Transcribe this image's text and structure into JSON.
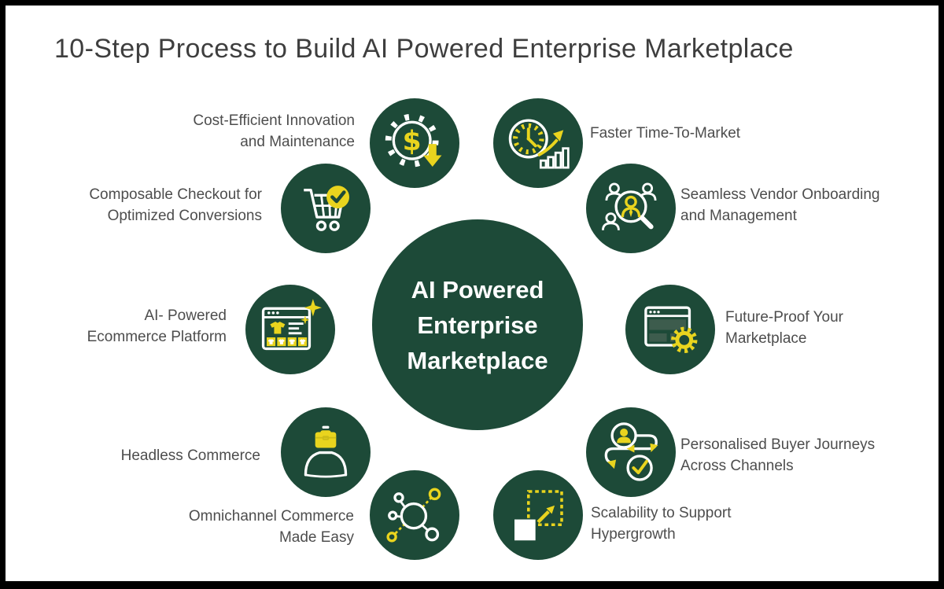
{
  "title": "10-Step Process to Build AI Powered Enterprise Marketplace",
  "center": {
    "label": "AI Powered Enterprise Marketplace",
    "lines": [
      "AI Powered",
      "Enterprise",
      "Marketplace"
    ]
  },
  "colors": {
    "circle_green": "#1d4a38",
    "accent_yellow": "#e9d41e",
    "panel_green": "#3d5c4d",
    "label_gray": "#4d4d4d",
    "title_gray": "#3e3e3e",
    "background": "#ffffff",
    "frame_black": "#000000"
  },
  "steps": [
    {
      "id": "cost-efficient-innovation",
      "icon": "gear-dollar-icon",
      "label": "Cost-Efficient Innovation and Maintenance",
      "lines": [
        "Cost-Efficient Innovation",
        "and Maintenance"
      ]
    },
    {
      "id": "faster-time-to-market",
      "icon": "clock-growth-icon",
      "label": "Faster Time-To-Market",
      "lines": [
        "Faster Time-To-Market"
      ]
    },
    {
      "id": "composable-checkout",
      "icon": "cart-check-icon",
      "label": "Composable Checkout for Optimized Conversions",
      "lines": [
        "Composable Checkout for",
        "Optimized Conversions"
      ]
    },
    {
      "id": "seamless-vendor-onboarding",
      "icon": "vendor-search-icon",
      "label": "Seamless Vendor Onboarding and Management",
      "lines": [
        "Seamless Vendor Onboarding",
        "and Management"
      ]
    },
    {
      "id": "ai-powered-ecommerce-platform",
      "icon": "storefront-window-icon",
      "label": "AI- Powered Ecommerce Platform",
      "lines": [
        "AI- Powered",
        "Ecommerce Platform"
      ]
    },
    {
      "id": "future-proof-marketplace",
      "icon": "window-gear-icon",
      "label": "Future-Proof Your Marketplace",
      "lines": [
        "Future-Proof Your",
        "Marketplace"
      ]
    },
    {
      "id": "headless-commerce",
      "icon": "headless-figure-icon",
      "label": "Headless Commerce",
      "lines": [
        "Headless Commerce"
      ]
    },
    {
      "id": "personalised-buyer-journeys",
      "icon": "journey-path-icon",
      "label": "Personalised Buyer Journeys Across Channels",
      "lines": [
        "Personalised Buyer Journeys",
        "Across Channels"
      ]
    },
    {
      "id": "omnichannel-commerce",
      "icon": "network-nodes-icon",
      "label": "Omnichannel Commerce Made Easy",
      "lines": [
        "Omnichannel Commerce",
        "Made Easy"
      ]
    },
    {
      "id": "scalability-hypergrowth",
      "icon": "expand-square-icon",
      "label": "Scalability to Support Hypergrowth",
      "lines": [
        "Scalability to Support",
        "Hypergrowth"
      ]
    }
  ]
}
